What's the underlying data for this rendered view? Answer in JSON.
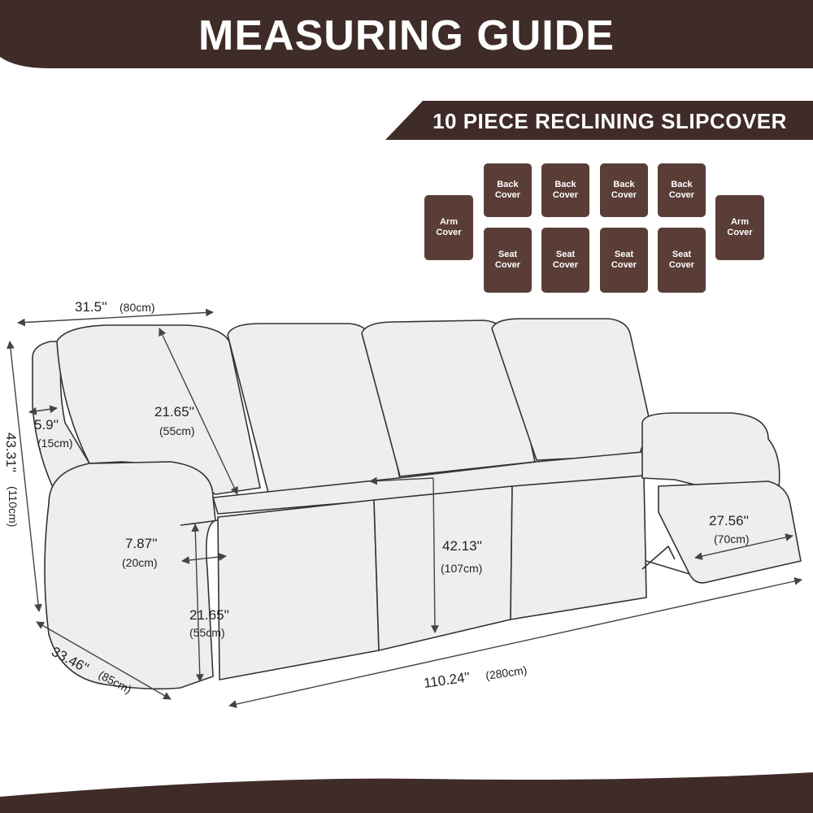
{
  "header": {
    "title": "MEASURING GUIDE"
  },
  "banner": {
    "text": "10 PIECE RECLINING SLIPCOVER"
  },
  "colors": {
    "brand_brown": "#3f2b28",
    "piece_brown": "#5a3d37",
    "outline": "#333333",
    "sofa_fill": "#eeeeee"
  },
  "pieces": [
    {
      "id": "arm-left",
      "label": "Arm\nCover"
    },
    {
      "id": "back-1",
      "label": "Back\nCover"
    },
    {
      "id": "back-2",
      "label": "Back\nCover"
    },
    {
      "id": "back-3",
      "label": "Back\nCover"
    },
    {
      "id": "back-4",
      "label": "Back\nCover"
    },
    {
      "id": "seat-1",
      "label": "Seat\nCover"
    },
    {
      "id": "seat-2",
      "label": "Seat\nCover"
    },
    {
      "id": "seat-3",
      "label": "Seat\nCover"
    },
    {
      "id": "seat-4",
      "label": "Seat\nCover"
    },
    {
      "id": "arm-right",
      "label": "Arm\nCover"
    }
  ],
  "dimensions": {
    "back_width": {
      "value": "31.5''",
      "metric": "(80cm)"
    },
    "height": {
      "value": "43.31''",
      "metric": "(110cm)"
    },
    "arm_side": {
      "value": "5.9''",
      "metric": "(15cm)"
    },
    "back_height": {
      "value": "21.65''",
      "metric": "(55cm)"
    },
    "arm_width": {
      "value": "7.87''",
      "metric": "(20cm)"
    },
    "arm_height": {
      "value": "21.65''",
      "metric": "(55cm)"
    },
    "seat_depth": {
      "value": "42.13''",
      "metric": "(107cm)"
    },
    "footrest": {
      "value": "27.56''",
      "metric": "(70cm)"
    },
    "depth": {
      "value": "33.46''",
      "metric": "(85cm)"
    },
    "total_width": {
      "value": "110.24''",
      "metric": "(280cm)"
    }
  }
}
